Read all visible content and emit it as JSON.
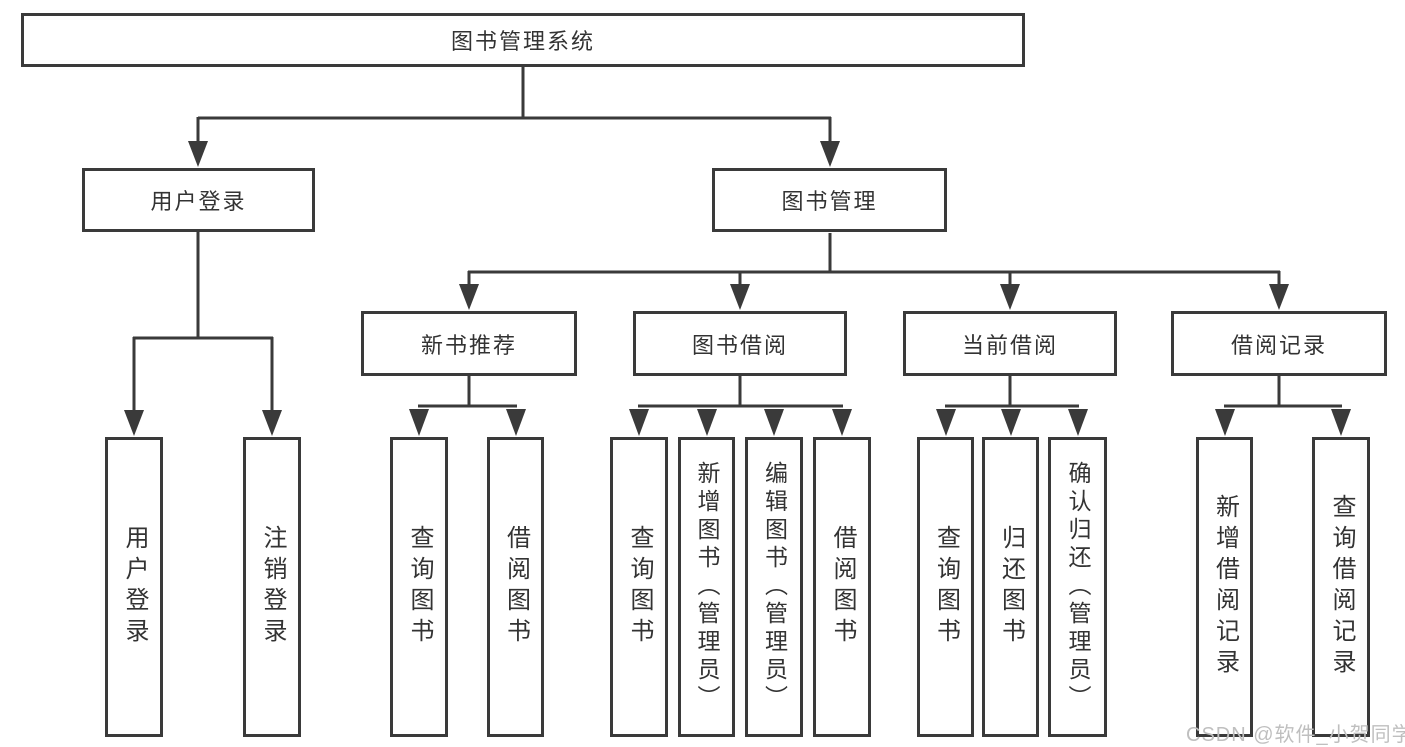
{
  "diagram": {
    "title": "图书管理系统",
    "branches": {
      "user_login": "用户登录",
      "book_management": "图书管理"
    },
    "modules": {
      "new_book_recommend": "新书推荐",
      "book_borrow": "图书借阅",
      "current_borrow": "当前借阅",
      "borrow_record": "借阅记录"
    },
    "leaves": {
      "user_login": [
        "用户登录",
        "注销登录"
      ],
      "new_book_recommend": [
        "查询图书",
        "借阅图书"
      ],
      "book_borrow": [
        "查询图书",
        "新增图书（管理员）",
        "编辑图书（管理员）",
        "借阅图书"
      ],
      "current_borrow": [
        "查询图书",
        "归还图书",
        "确认归还（管理员）"
      ],
      "borrow_record": [
        "新增借阅记录",
        "查询借阅记录"
      ]
    }
  },
  "watermark": "CSDN @软件_小贺同学",
  "colors": {
    "line": "#3a3a3a",
    "text": "#333333",
    "watermark": "#bfbfbf",
    "background": "#ffffff"
  }
}
